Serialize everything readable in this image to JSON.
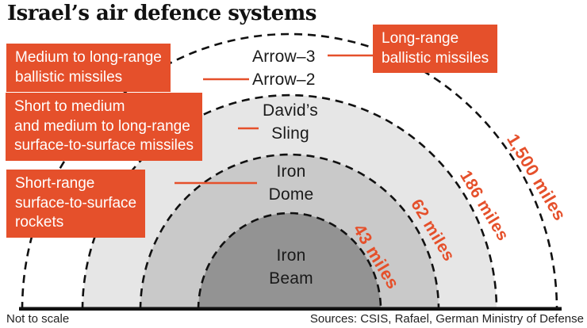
{
  "title": "Israel’s air defence systems",
  "colors": {
    "accent": "#e5502b",
    "iron_beam": "#939393",
    "iron_dome": "#c9c9c9",
    "davids_sling": "#e6e6e6",
    "line": "#111111"
  },
  "callouts": {
    "medium_long": "Medium to long-range\nballistic missiles",
    "short_medium": "Short to medium\nand medium to long-range\nsurface-to-surface missiles",
    "short_range": "Short-range\nsurface-to-surface\nrockets",
    "long_range": "Long-range\nballistic missiles"
  },
  "systems": {
    "arrow3": "Arrow–3",
    "arrow2": "Arrow–2",
    "davids_sling": "David’s\nSling",
    "iron_dome": "Iron\nDome",
    "iron_beam": "Iron\nBeam"
  },
  "ranges": {
    "r43": "43 miles",
    "r62": "62 miles",
    "r186": "186 miles",
    "r1500": "1,500 miles"
  },
  "footer": {
    "left": "Not to scale",
    "right": "Sources: CSIS, Rafael, German Ministry of Defense"
  }
}
